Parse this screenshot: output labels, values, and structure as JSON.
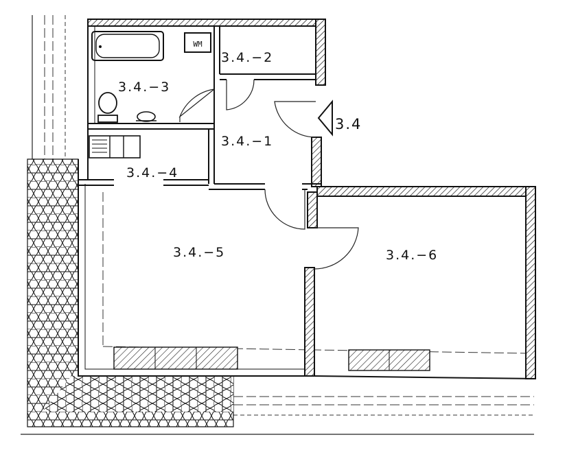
{
  "rooms": {
    "hallway": "3.4.−1",
    "storage": "3.4.−2",
    "bathroom": "3.4.−3",
    "kitchen": "3.4.−4",
    "living_room": "3.4.−5",
    "bedroom": "3.4.−6"
  },
  "unit_label": "3.4",
  "washing_machine_label": "WM"
}
